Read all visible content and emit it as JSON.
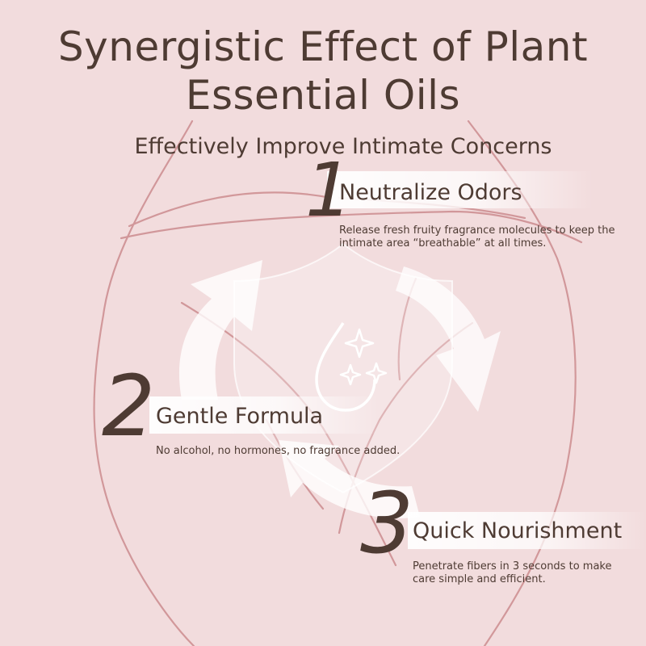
{
  "title_line1": "Synergistic Effect of Plant",
  "title_line2": "Essential Oils",
  "subtitle": "Effectively Improve Intimate Concerns",
  "features": [
    {
      "number": "1",
      "title": "Neutralize Odors",
      "description": "Release fresh fruity fragrance molecules to keep the intimate area “breathable” at all times."
    },
    {
      "number": "2",
      "title": "Gentle Formula",
      "description": "No alcohol, no hormones, no fragrance added."
    },
    {
      "number": "3",
      "title": "Quick Nourishment",
      "description": "Penetrate fibers in 3 seconds to make care simple and efficient."
    }
  ],
  "colors": {
    "background": "#f2dcdd",
    "text": "#4e3b33",
    "outline": "#c9878a",
    "arrow": "#ffffff"
  },
  "icons": [
    "droplet-sparkle-icon",
    "shield-icon",
    "cycle-arrows-icon"
  ]
}
